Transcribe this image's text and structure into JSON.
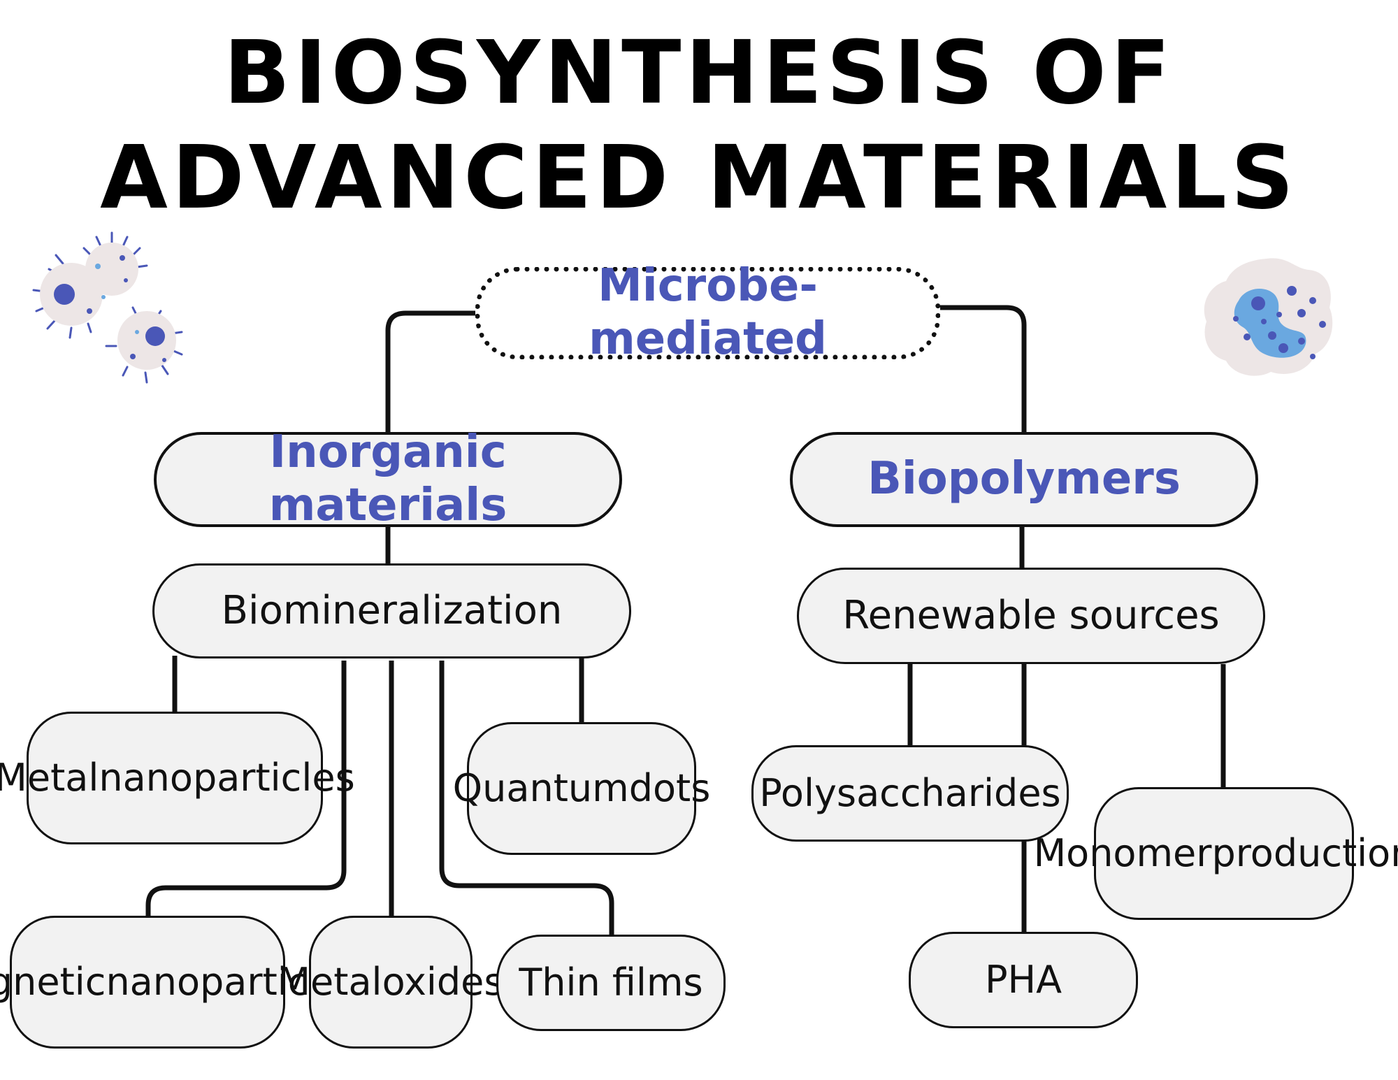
{
  "title": {
    "line1": "BIOSYNTHESIS OF",
    "line2": "ADVANCED MATERIALS"
  },
  "root": {
    "label": "Microbe-mediated"
  },
  "inorganic": {
    "label": "Inorganic materials",
    "process": "Biomineralization",
    "leaves": {
      "metal_nanoparticles": [
        "Metal",
        "nanoparticles"
      ],
      "quantum_dots": [
        "Quantum",
        "dots"
      ],
      "magnetic_nanoparticles": [
        "Magnetic",
        "nanoparticles"
      ],
      "metal_oxides": [
        "Metal",
        "oxides"
      ],
      "thin_films": "Thin films"
    }
  },
  "biopolymers": {
    "label": "Biopolymers",
    "process": "Renewable sources",
    "leaves": {
      "polysaccharides": "Polysaccharides",
      "monomer_production": [
        "Monomer",
        "production"
      ],
      "pha": "PHA"
    }
  },
  "colors": {
    "accent": "#4a57b7",
    "node_fill": "#f2f2f2",
    "stroke": "#111111",
    "microbe_body": "#ede6e6",
    "microbe_dark": "#4a57b7",
    "microbe_light": "#6aa8e0"
  },
  "icons": {
    "left": "bacteria-cluster-icon",
    "right": "microbe-cell-icon"
  }
}
